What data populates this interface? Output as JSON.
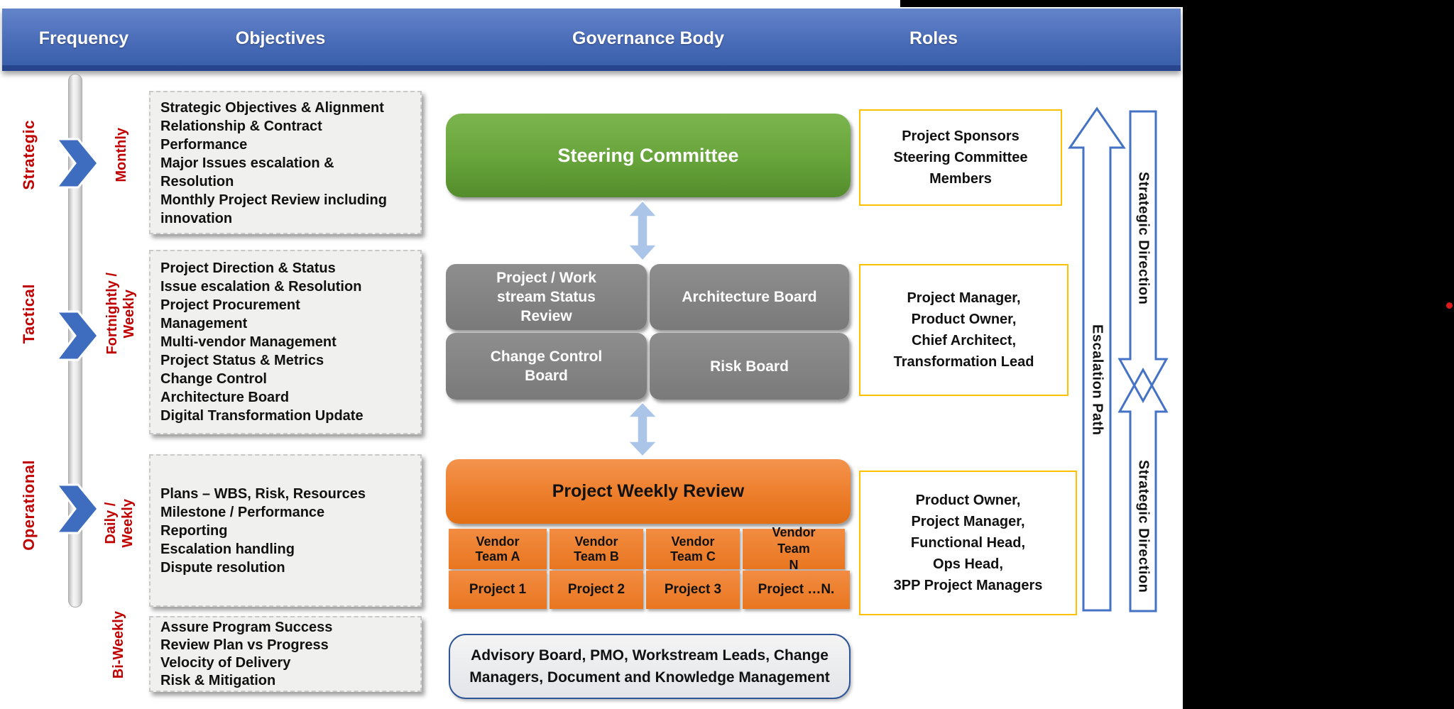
{
  "header": {
    "columns": [
      "Frequency",
      "Objectives",
      "Governance Body",
      "Roles"
    ]
  },
  "left_rail": {
    "levels": [
      {
        "label": "Strategic"
      },
      {
        "label": "Tactical"
      },
      {
        "label": "Operational"
      }
    ],
    "frequencies": {
      "monthly": [
        "Monthly"
      ],
      "fortnightly": [
        "Fortnightly /",
        "Weekly"
      ],
      "daily": [
        "Daily /",
        "Weekly"
      ],
      "biweekly": [
        "Bi-Weekly"
      ]
    }
  },
  "objectives": {
    "monthly_lines": [
      "Strategic Objectives & Alignment",
      "Relationship & Contract",
      "Performance",
      "Major Issues escalation &",
      "Resolution",
      "Monthly Project Review including",
      "innovation"
    ],
    "fortnightly_lines": [
      "Project Direction & Status",
      "Issue escalation & Resolution",
      "Project Procurement",
      "Management",
      "Multi-vendor Management",
      "Project Status & Metrics",
      "Change Control",
      "Architecture Board",
      "Digital Transformation Update"
    ],
    "daily_lines": [
      "Plans – WBS, Risk, Resources",
      "Milestone / Performance",
      "Reporting",
      "Escalation handling",
      "Dispute resolution"
    ],
    "biweekly_lines": [
      "Assure Program Success",
      "Review Plan vs Progress",
      "Velocity of Delivery",
      "Risk & Mitigation"
    ]
  },
  "governance": {
    "steering_committee": "Steering Committee",
    "boards": {
      "project_workstream_lines": [
        "Project / Work",
        "stream Status",
        "Review"
      ],
      "architecture": "Architecture Board",
      "change_control_lines": [
        "Change Control",
        "Board"
      ],
      "risk": "Risk Board"
    },
    "weekly_review": "Project Weekly Review",
    "vendor_teams": [
      [
        "Vendor",
        "Team A"
      ],
      [
        "Vendor",
        "Team B"
      ],
      [
        "Vendor",
        "Team C"
      ],
      [
        "Vendor",
        "Team",
        "N"
      ]
    ],
    "projects": [
      "Project 1",
      "Project 2",
      "Project 3",
      "Project …N."
    ],
    "support_lines": [
      "Advisory Board, PMO, Workstream Leads, Change",
      "Managers, Document and Knowledge Management"
    ]
  },
  "roles": {
    "strategic_lines": [
      "Project Sponsors",
      "Steering Committee",
      "Members"
    ],
    "tactical_lines": [
      "Project Manager,",
      "Product Owner,",
      "Chief Architect,",
      "Transformation Lead"
    ],
    "operational_lines": [
      "Product Owner,",
      "Project Manager,",
      "Functional Head,",
      "Ops Head,",
      "3PP Project Managers"
    ]
  },
  "side_arrows": {
    "escalation": "Escalation Path",
    "strategic_direction_down": "Strategic Direction",
    "strategic_direction_up": "Strategic Direction"
  },
  "colors": {
    "header_blue": "#3c64b0",
    "steering_green": "#69a63c",
    "board_gray": "#808080",
    "review_orange": "#ed7d31",
    "connector_blue": "#aac5e8",
    "outline_blue": "#4472c4",
    "roles_border_yellow": "#ffc000",
    "label_red": "#c00000"
  }
}
